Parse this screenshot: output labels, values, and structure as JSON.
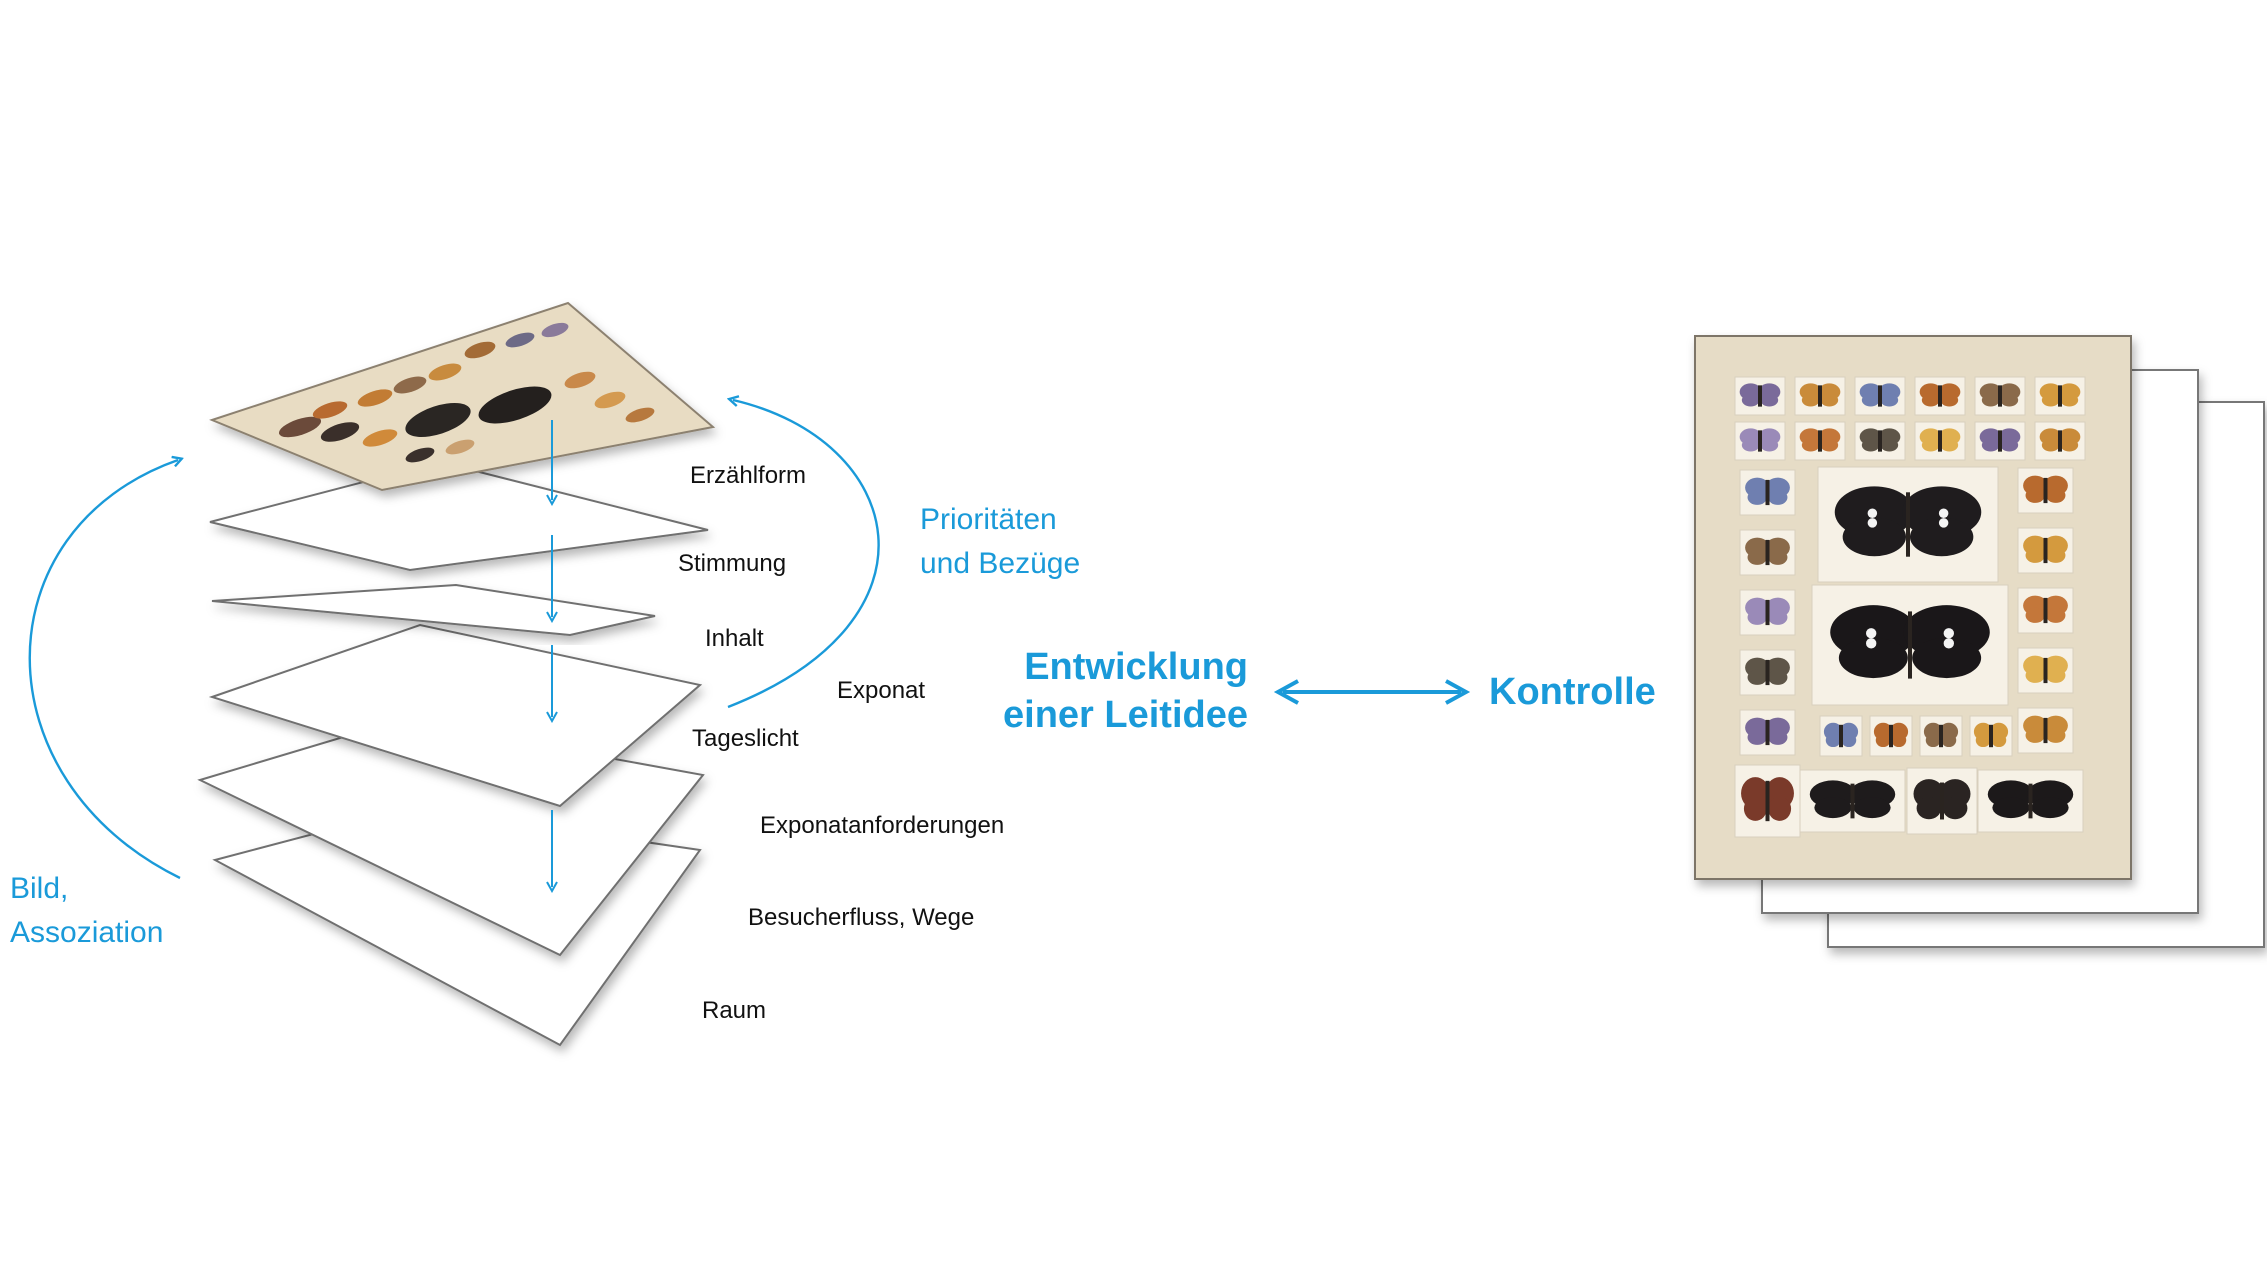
{
  "colors": {
    "accent_blue": "#1a9ad9",
    "plate_beige": "#e8dcc3",
    "plate_border": "#8c8170",
    "layer_stroke": "#6f6f6f"
  },
  "layers": {
    "erzaehlform": "Erzählform",
    "stimmung": "Stimmung",
    "inhalt": "Inhalt",
    "exponat": "Exponat",
    "tageslicht": "Tageslicht",
    "exponatanforderungen": "Exponatanforderungen",
    "besucherfluss": "Besucherfluss, Wege",
    "raum": "Raum"
  },
  "left_caption": {
    "line1": "Bild,",
    "line2": "Assoziation"
  },
  "right_caption": {
    "line1": "Prioritäten",
    "line2": "und Bezüge"
  },
  "center": {
    "line1": "Entwicklung",
    "line2": "einer Leitidee"
  },
  "control": "Kontrolle"
}
